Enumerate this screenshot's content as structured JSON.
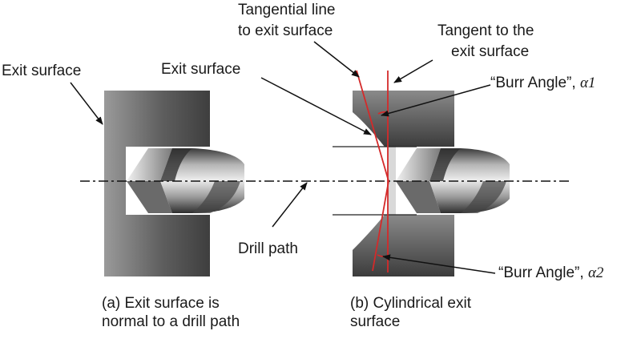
{
  "labels": {
    "exit_surface_a": "Exit surface",
    "exit_surface_b": "Exit surface",
    "tangential_line_1": "Tangential line",
    "tangential_line_2": "to exit surface",
    "tangent_1": "Tangent to the",
    "tangent_2": "exit surface",
    "burr_angle_1": "“Burr Angle”,",
    "alpha_1": "α1",
    "burr_angle_2": "“Burr Angle”,",
    "alpha_2": "α2",
    "drill_path": "Drill path"
  },
  "captions": {
    "a_line1": "(a) Exit surface is",
    "a_line2": "normal to a drill path",
    "b_line1": "(b) Cylindrical exit",
    "b_line2": "surface"
  },
  "colors": {
    "red_line": "#d42a2a",
    "block": "#5c5c5c"
  }
}
